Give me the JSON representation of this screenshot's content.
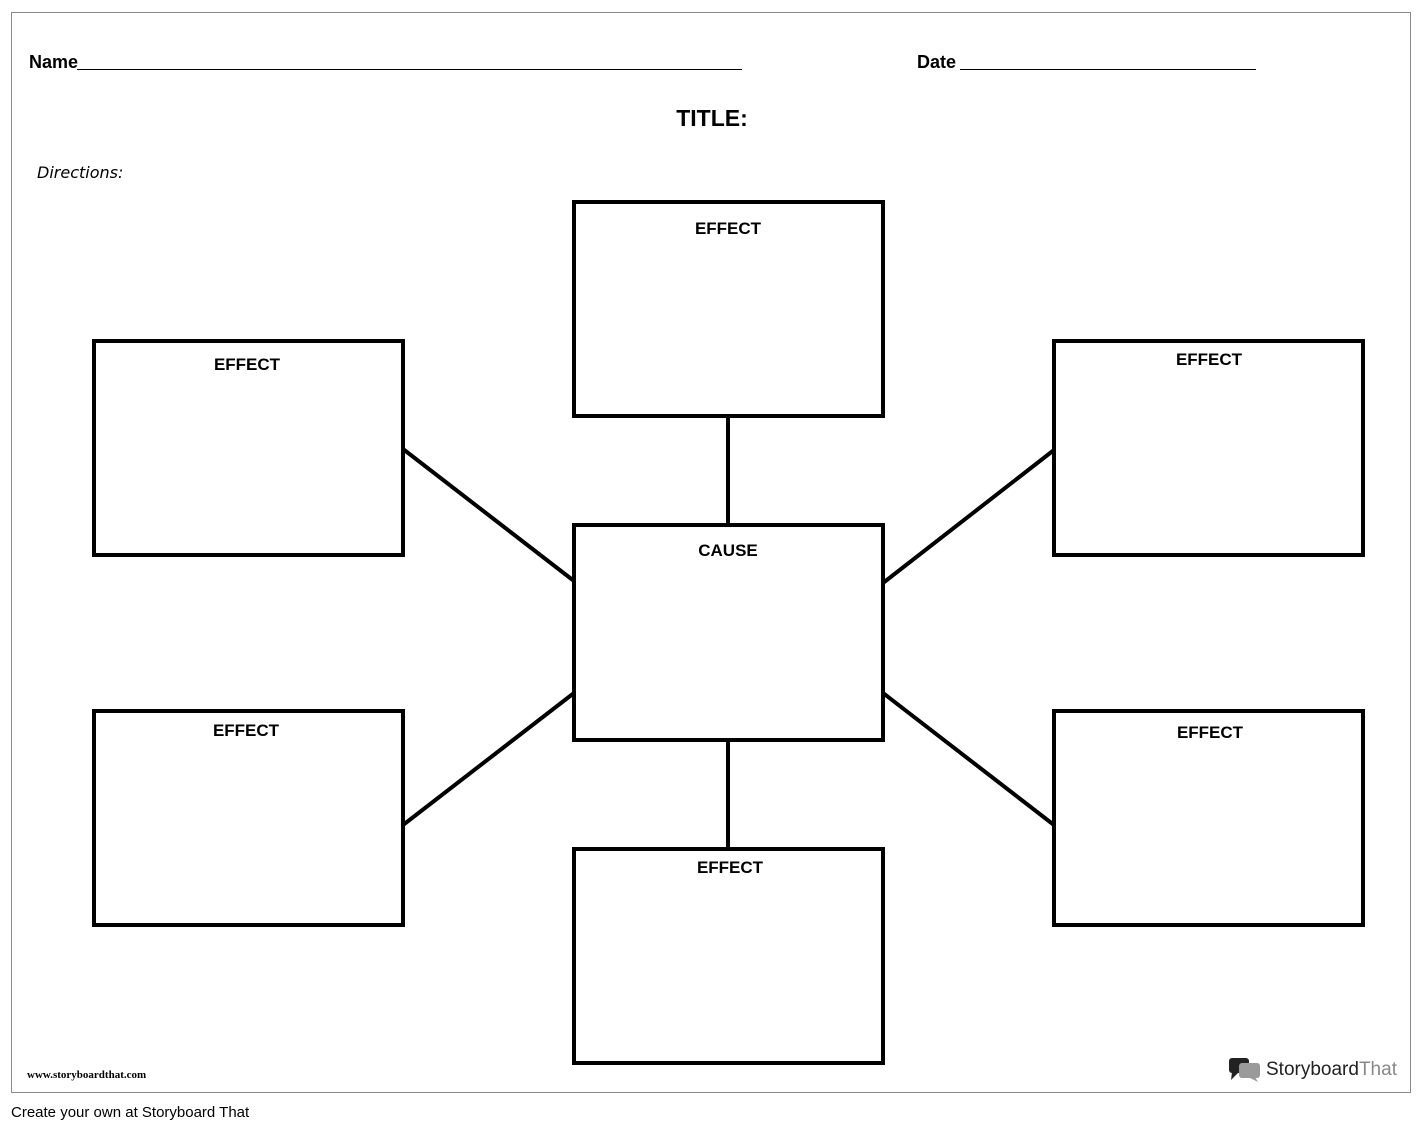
{
  "header": {
    "name_label": "Name",
    "date_label": "Date",
    "title": "TITLE:",
    "directions": "Directions:"
  },
  "diagram": {
    "center": "CAUSE",
    "effect_top": "EFFECT",
    "effect_upper_left": "EFFECT",
    "effect_upper_right": "EFFECT",
    "effect_lower_left": "EFFECT",
    "effect_lower_right": "EFFECT",
    "effect_bottom": "EFFECT"
  },
  "footer": {
    "website": "www.storyboardthat.com",
    "brand_primary": "Storyboard",
    "brand_secondary": "That",
    "credit": "Create your own at Storyboard That"
  }
}
